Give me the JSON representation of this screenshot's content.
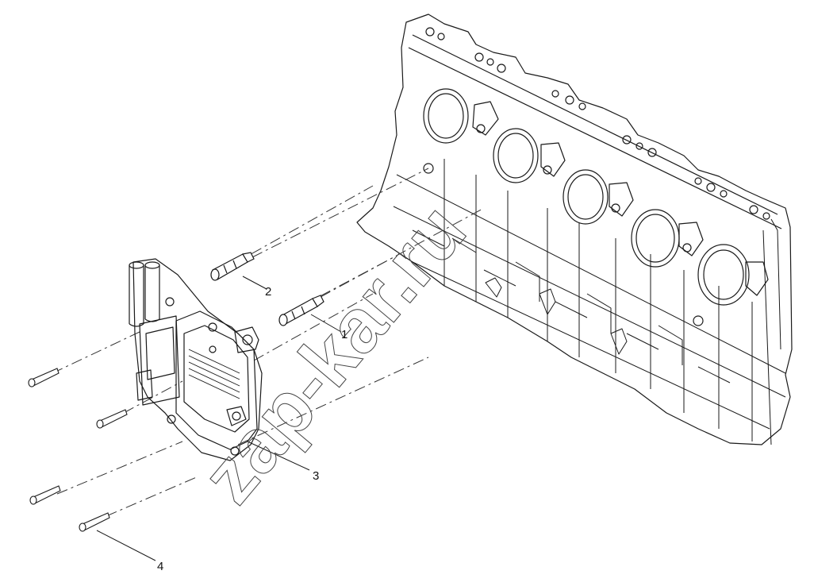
{
  "diagram": {
    "callouts": [
      {
        "id": "1",
        "label": "1"
      },
      {
        "id": "2",
        "label": "2"
      },
      {
        "id": "3",
        "label": "3"
      },
      {
        "id": "4",
        "label": "4"
      }
    ],
    "watermark": "zap-kar.ru",
    "colors": {
      "line": "#1a1a1a",
      "dash": "#333333",
      "watermark": "#444444",
      "background": "#ffffff"
    }
  }
}
